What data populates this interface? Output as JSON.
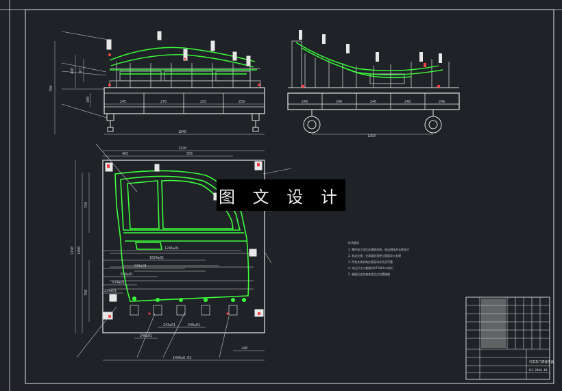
{
  "watermark": {
    "text": "图 文 设 计"
  },
  "top_view_dims": {
    "bays": [
      "245",
      "270",
      "255",
      "259"
    ],
    "overall": "1840",
    "height_total": "750",
    "height_a": "480",
    "height_b": "367",
    "height_c": "100"
  },
  "side_view_dims": {
    "bays": [
      "248",
      "240",
      "240",
      "248",
      "248"
    ],
    "overall": "1350"
  },
  "plan_dims": {
    "top_overall": "1320",
    "top_a": "465",
    "top_b": "556",
    "overall_width": "1490±0.03",
    "bottom_a": "246±01",
    "bottom_b": "243±01",
    "bottom_c": "246±01",
    "right_a": "248",
    "left_overall": "1190",
    "left_a": "1400",
    "left_b": "750",
    "left_c": "750",
    "datum_1": "1246±01",
    "datum_2": "1024±01",
    "datum_3": "934±01",
    "datum_4": "674±01",
    "datum_5": "674±01",
    "datum_6": "234±01"
  },
  "notes": {
    "title": "技术要求",
    "lines": [
      "1. 零件加工完后应清除毛刺，锐边倒钝并去除油污",
      "2. 各定位销、支承面必须经过表面淬火处理",
      "3. 所有夹紧机构应保证动作灵活可靠",
      "4. 未注尺寸公差按GB/T1804-m执行",
      "5. 装配后应检查各定位点位置精度"
    ]
  },
  "title_block": {
    "name": "汽车车门焊接夹具",
    "drawing_no": "HJ-2016-01"
  }
}
